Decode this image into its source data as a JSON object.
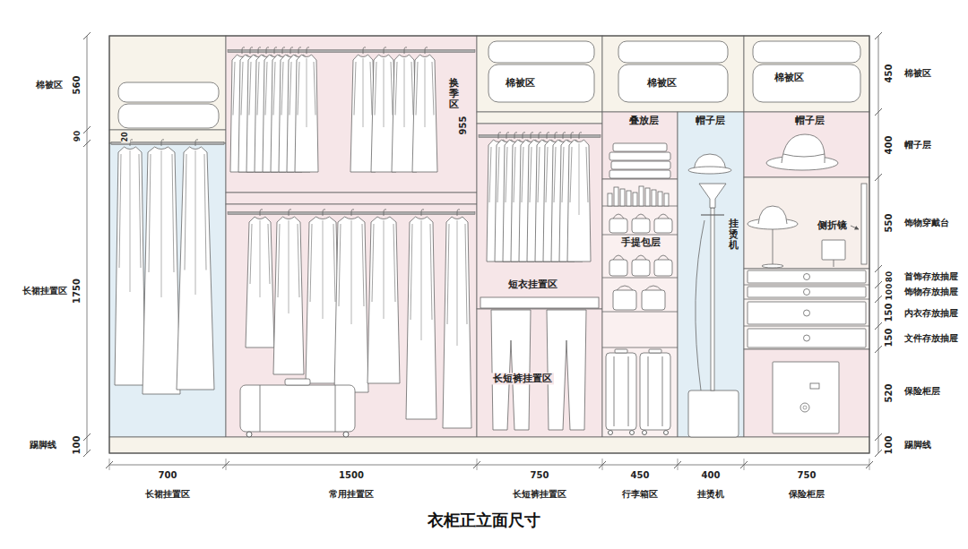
{
  "diagram": {
    "title": "衣柜正立面尺寸",
    "nodes": [
      {
        "text": [
          "棉被区"
        ]
      },
      {
        "text": [
          "棉被区"
        ]
      },
      {
        "text": [
          "棉被区"
        ]
      },
      {
        "text": [
          "换季区"
        ]
      },
      {
        "text": [
          "短衣挂置区"
        ]
      },
      {
        "text": [
          "长短裤挂置区"
        ]
      },
      {
        "text": [
          "叠放层"
        ]
      },
      {
        "text": [
          "帽子层"
        ]
      },
      {
        "text": [
          "帽子层"
        ]
      },
      {
        "text": [
          "手提包层"
        ]
      },
      {
        "text": [
          "挂烫机"
        ]
      },
      {
        "text": [
          "侧折镜"
        ]
      }
    ],
    "labels": [
      "棉被区",
      "560",
      "90",
      "20",
      "长裙挂置区",
      "1750",
      "踢脚线",
      "100",
      "955",
      "450",
      "棉被区",
      "400",
      "帽子层",
      "550",
      "饰物穿戴台",
      "80",
      "首饰存放抽屉",
      "100",
      "饰物存放抽屉",
      "150",
      "内衣存放抽屉",
      "150",
      "文件存放抽屉",
      "520",
      "保险柜层",
      "100",
      "踢脚线",
      "700",
      "1500",
      "750",
      "450",
      "400",
      "750",
      "长裙挂置区",
      "常用挂置区",
      "长短裤挂置区",
      "行李箱区",
      "挂烫机",
      "保险柜层"
    ]
  }
}
